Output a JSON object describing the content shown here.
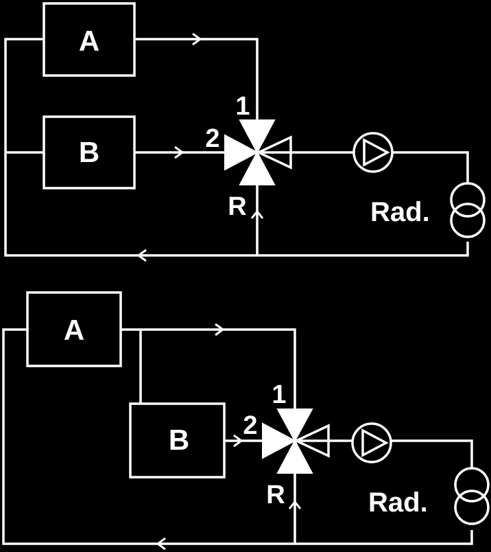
{
  "top": {
    "box_a": "A",
    "box_b": "B",
    "port_1": "1",
    "port_2": "2",
    "port_r": "R",
    "load": "Rad."
  },
  "bottom": {
    "box_a": "A",
    "box_b": "B",
    "port_1": "1",
    "port_2": "2",
    "port_r": "R",
    "load": "Rad."
  },
  "colors": {
    "background": "#000000",
    "lines": "#ffffff"
  }
}
